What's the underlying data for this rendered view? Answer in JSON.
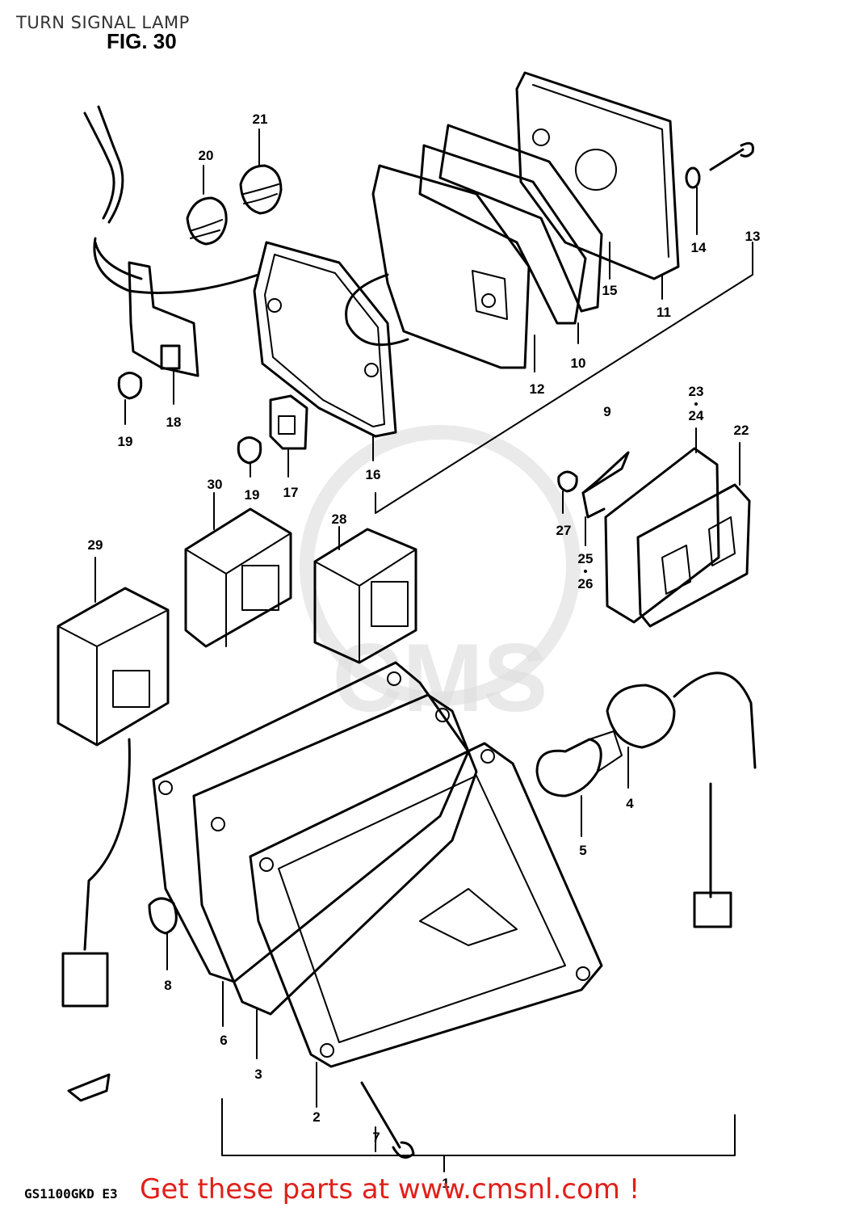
{
  "header": {
    "title": "TURN SIGNAL LAMP"
  },
  "figure": {
    "title": "FIG. 30",
    "model_code": "GS1100GKD E3"
  },
  "promo": {
    "text": "Get these parts at www.cmsnl.com !",
    "color": "#e0201a"
  },
  "watermark": {
    "text": "CMS"
  },
  "callouts": [
    {
      "id": "c1",
      "label": "1"
    },
    {
      "id": "c2",
      "label": "2"
    },
    {
      "id": "c3",
      "label": "3"
    },
    {
      "id": "c4",
      "label": "4"
    },
    {
      "id": "c5",
      "label": "5"
    },
    {
      "id": "c6",
      "label": "6"
    },
    {
      "id": "c7",
      "label": "7"
    },
    {
      "id": "c8",
      "label": "8"
    },
    {
      "id": "c9",
      "label": "9"
    },
    {
      "id": "c10",
      "label": "10"
    },
    {
      "id": "c11",
      "label": "11"
    },
    {
      "id": "c12",
      "label": "12"
    },
    {
      "id": "c13",
      "label": "13"
    },
    {
      "id": "c14",
      "label": "14"
    },
    {
      "id": "c15",
      "label": "15"
    },
    {
      "id": "c16",
      "label": "16"
    },
    {
      "id": "c17",
      "label": "17"
    },
    {
      "id": "c18",
      "label": "18"
    },
    {
      "id": "c19a",
      "label": "19"
    },
    {
      "id": "c19b",
      "label": "19"
    },
    {
      "id": "c20",
      "label": "20"
    },
    {
      "id": "c21",
      "label": "21"
    },
    {
      "id": "c22",
      "label": "22"
    },
    {
      "id": "c23",
      "label": "23"
    },
    {
      "id": "c24",
      "label": "24"
    },
    {
      "id": "c25",
      "label": "25"
    },
    {
      "id": "c26",
      "label": "26"
    },
    {
      "id": "c27",
      "label": "27"
    },
    {
      "id": "c28",
      "label": "28"
    },
    {
      "id": "c29",
      "label": "29"
    },
    {
      "id": "c30",
      "label": "30"
    }
  ]
}
